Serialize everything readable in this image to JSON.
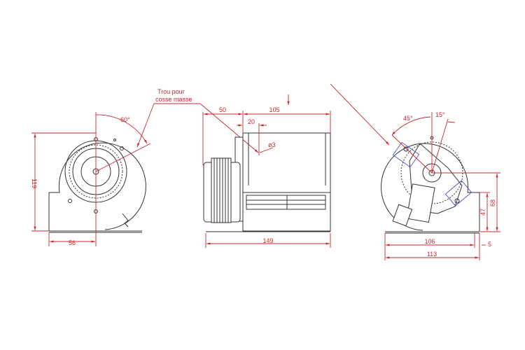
{
  "annotation": {
    "line1": "Trou pour",
    "line2": "cosse masse"
  },
  "left_view": {
    "height": "119",
    "offset": "56",
    "angle": "60°"
  },
  "side_view": {
    "motor_depth": "50",
    "housing_depth": "105",
    "hole_offset": "20",
    "hole_diameter": "ø3",
    "total_length": "149"
  },
  "right_view": {
    "angle_a": "45°",
    "angle_b": "15°",
    "base_width": "106",
    "flange": "5",
    "total_width": "113",
    "outlet_height": "47",
    "axis_height": "68"
  },
  "colors": {
    "dimension": "#c8282d",
    "outline": "#333333",
    "bracket": "#4a56c8"
  }
}
